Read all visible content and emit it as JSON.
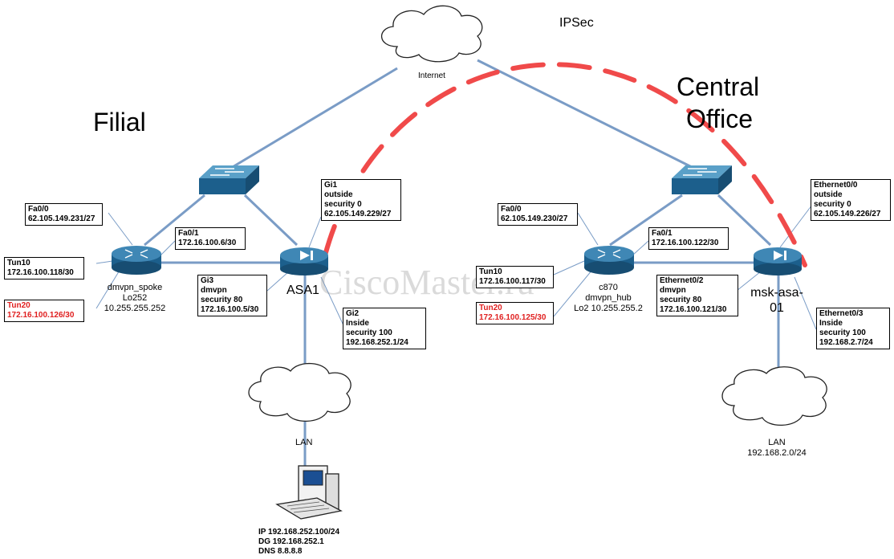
{
  "colors": {
    "link": "#7a9cc6",
    "device": "#1c5f8c",
    "ipsec": "#f04a4a",
    "red_text": "#e02020"
  },
  "titles": {
    "filial": "Filial",
    "central_1": "Central",
    "central_2": "Office",
    "ipsec": "IPSec",
    "internet": "Internet",
    "watermark": "CiscoMaster.ru"
  },
  "left": {
    "router_desc": [
      "dmvpn_spoke",
      "Lo252",
      "10.255.255.252"
    ],
    "asa_name": "ASA1",
    "lan_label": "LAN",
    "pc": [
      "IP 192.168.252.100/24",
      "DG 192.168.252.1",
      "DNS 8.8.8.8"
    ],
    "boxes": {
      "fa00": [
        "Fa0/0",
        "62.105.149.231/27"
      ],
      "fa01": [
        "Fa0/1",
        "172.16.100.6/30"
      ],
      "tun10": [
        "Tun10",
        "172.16.100.118/30"
      ],
      "tun20": [
        "Tun20",
        "172.16.100.126/30"
      ],
      "gi1": [
        "Gi1",
        "outside",
        "security 0",
        "62.105.149.229/27"
      ],
      "gi3": [
        "Gi3",
        "dmvpn",
        "security 80",
        "172.16.100.5/30"
      ],
      "gi2": [
        "Gi2",
        "Inside",
        "security 100",
        "192.168.252.1/24"
      ]
    }
  },
  "right": {
    "router_desc": [
      "c870",
      "dmvpn_hub",
      "Lo2 10.255.255.2"
    ],
    "asa_name": [
      "msk-asa-",
      "01"
    ],
    "lan_label": [
      "LAN",
      "192.168.2.0/24"
    ],
    "boxes": {
      "fa00": [
        "Fa0/0",
        "62.105.149.230/27"
      ],
      "fa01": [
        "Fa0/1",
        "172.16.100.122/30"
      ],
      "tun10": [
        "Tun10",
        "172.16.100.117/30"
      ],
      "tun20": [
        "Tun20",
        "172.16.100.125/30"
      ],
      "eth00": [
        "Ethernet0/0",
        "outside",
        "security 0",
        "62.105.149.226/27"
      ],
      "eth02": [
        "Ethernet0/2",
        "dmvpn",
        "security 80",
        "172.16.100.121/30"
      ],
      "eth03": [
        "Ethernet0/3",
        "Inside",
        "security 100",
        "192.168.2.7/24"
      ]
    }
  }
}
